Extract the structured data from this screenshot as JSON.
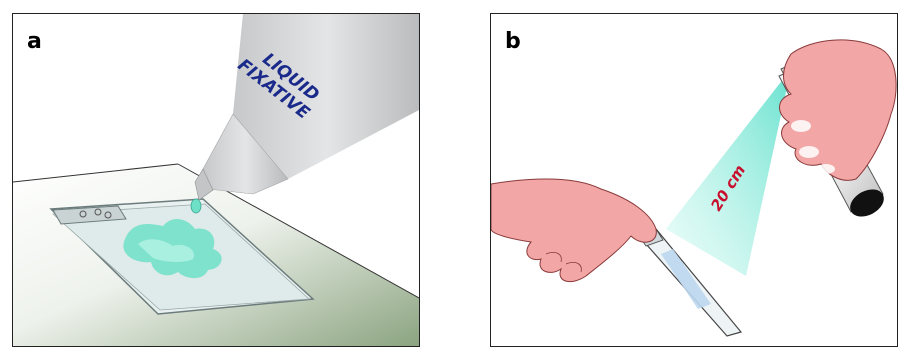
{
  "panels": [
    {
      "label": "a",
      "bottle_text_line1": "LIQUID",
      "bottle_text_line2": "FIXATIVE"
    },
    {
      "label": "b",
      "distance_text": "20 cm"
    }
  ],
  "colors": {
    "bottle": "#d3d5d6",
    "bottle_text": "#1a2a8a",
    "fixative_liquid": "#6fe0c8",
    "spray_mist": "#7ee8d8",
    "table": "#8aa37f",
    "skin": "#f2a6a6",
    "distance_text": "#c8102e"
  },
  "icons": [
    "dropper-bottle-icon",
    "glass-slide-icon",
    "spray-can-icon",
    "hand-icon"
  ]
}
